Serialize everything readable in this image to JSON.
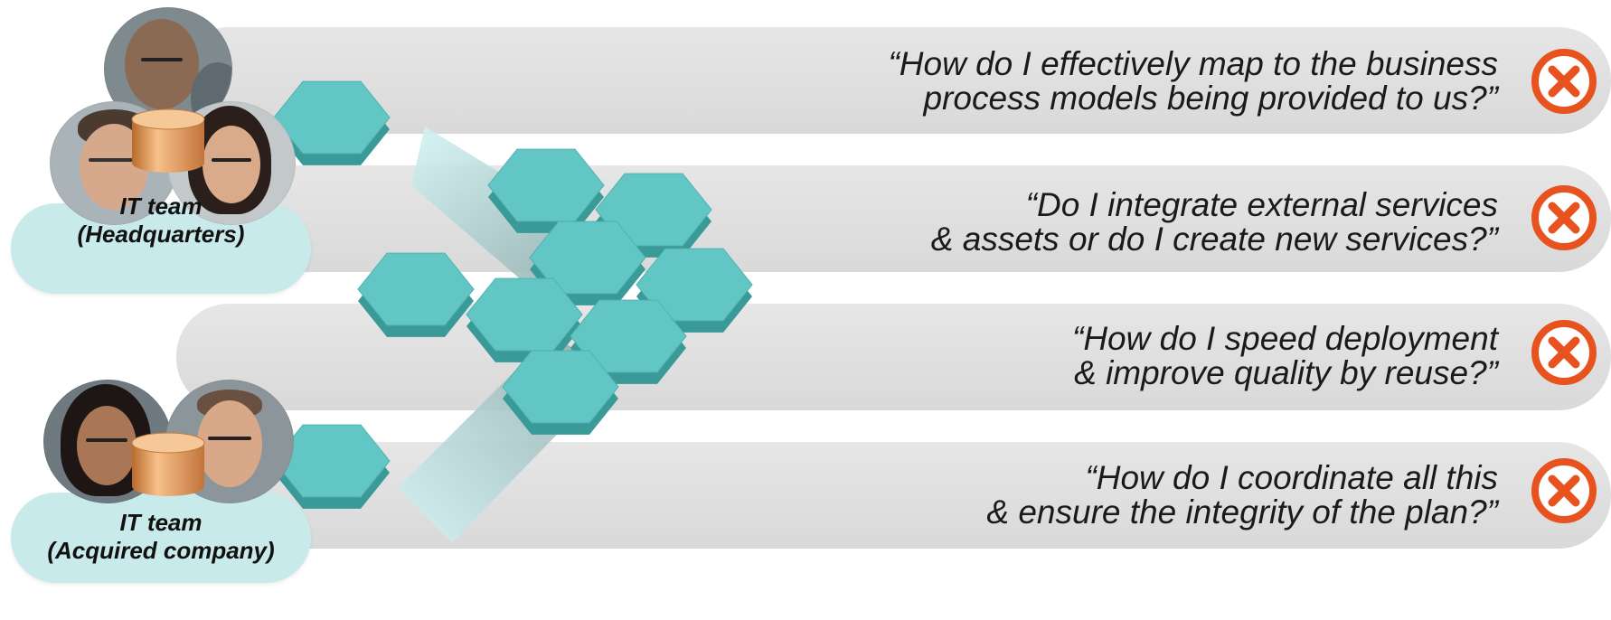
{
  "questions": [
    {
      "line1": "“How do I effectively map to the business",
      "line2": "process models being provided to us?”",
      "status_icon": "x-circle-icon"
    },
    {
      "line1": "“Do I integrate external services",
      "line2": "& assets or do I create new services?”",
      "status_icon": "x-circle-icon"
    },
    {
      "line1": "“How do I speed deployment",
      "line2": "& improve quality by reuse?”",
      "status_icon": "x-circle-icon"
    },
    {
      "line1": "“How do I coordinate all this",
      "line2": "& ensure the integrity of the plan?”",
      "status_icon": "x-circle-icon"
    }
  ],
  "teams": {
    "headquarters": {
      "line1": "IT team",
      "line2": "(Headquarters)"
    },
    "acquired": {
      "line1": "IT team",
      "line2": "(Acquired company)"
    }
  },
  "colors": {
    "bar": "#dedede",
    "hex_face": "#62c6c4",
    "hex_edge": "#3a9a98",
    "pill": "#c9eaea",
    "x_icon": "#e8521e",
    "database": "#e8a060"
  }
}
